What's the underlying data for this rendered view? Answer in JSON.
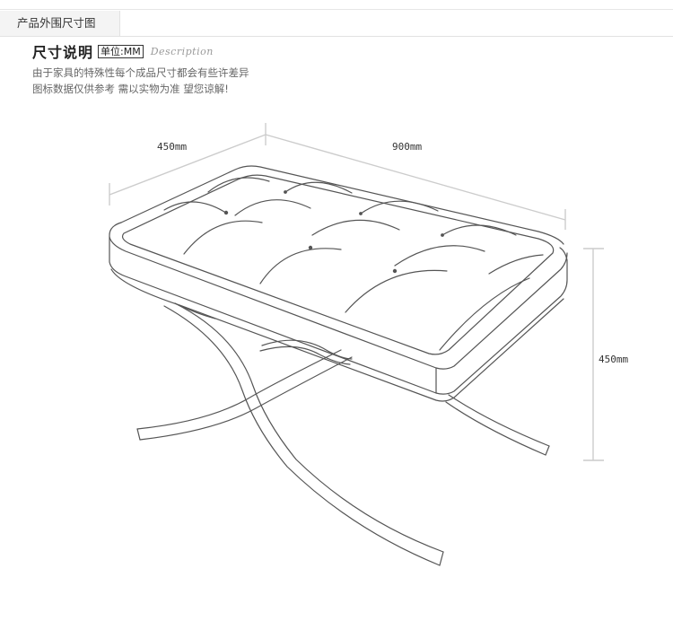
{
  "tab": {
    "label": "产品外围尺寸图"
  },
  "heading": {
    "title": "尺寸说明",
    "unit": "单位:MM",
    "script": "Description"
  },
  "notes": [
    "由于家具的特殊性每个成品尺寸都会有些许差异",
    "图标数据仅供参考 需以实物为准 望您谅解!"
  ],
  "dimensions": {
    "depth": "450mm",
    "width": "900mm",
    "height": "450mm"
  },
  "colors": {
    "line": "#555555",
    "dimension_line": "#cccccc",
    "tab_background": "#f4f4f4"
  }
}
